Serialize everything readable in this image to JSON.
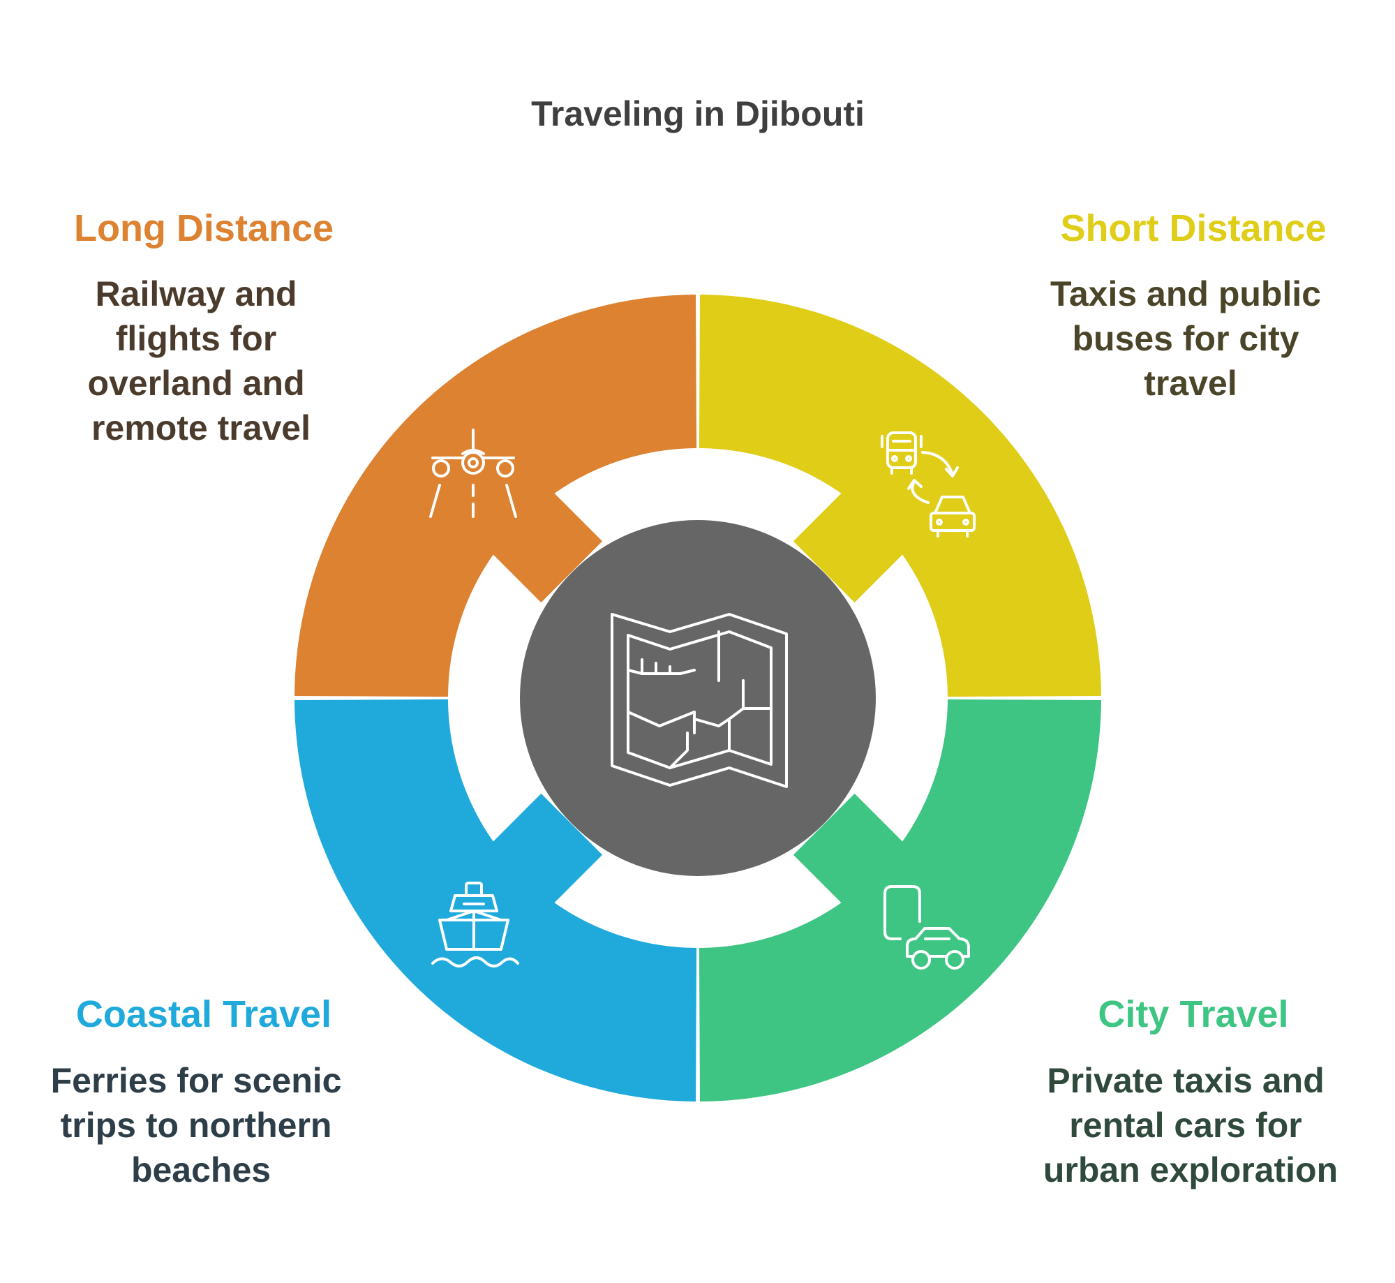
{
  "title": "Traveling in Djibouti",
  "center": {
    "icon": "map-icon",
    "color": "#666666"
  },
  "segments": [
    {
      "key": "long_distance",
      "heading": "Long Distance",
      "lines": [
        "Railway and",
        "flights for",
        "overland and",
        "remote travel"
      ],
      "color": "#DC8231",
      "heading_color": "#DC8231",
      "text_color": "#4a3b2c",
      "icon": "airplane-runway-icon"
    },
    {
      "key": "short_distance",
      "heading": "Short Distance",
      "lines": [
        "Taxis and public",
        "buses for city",
        "travel"
      ],
      "color": "#DFCD17",
      "heading_color": "#DFCD17",
      "text_color": "#4a4428",
      "icon": "bus-car-transfer-icon"
    },
    {
      "key": "city_travel",
      "heading": "City Travel",
      "lines": [
        "Private taxis and",
        "rental cars for",
        "urban exploration"
      ],
      "color": "#3EC583",
      "heading_color": "#3EC583",
      "text_color": "#2f4a3c",
      "icon": "phone-car-icon"
    },
    {
      "key": "coastal_travel",
      "heading": "Coastal Travel",
      "lines": [
        "Ferries for scenic",
        "trips to northern",
        "beaches"
      ],
      "color": "#1FAADB",
      "heading_color": "#1FAADB",
      "text_color": "#2e3e48",
      "icon": "ship-icon"
    }
  ]
}
